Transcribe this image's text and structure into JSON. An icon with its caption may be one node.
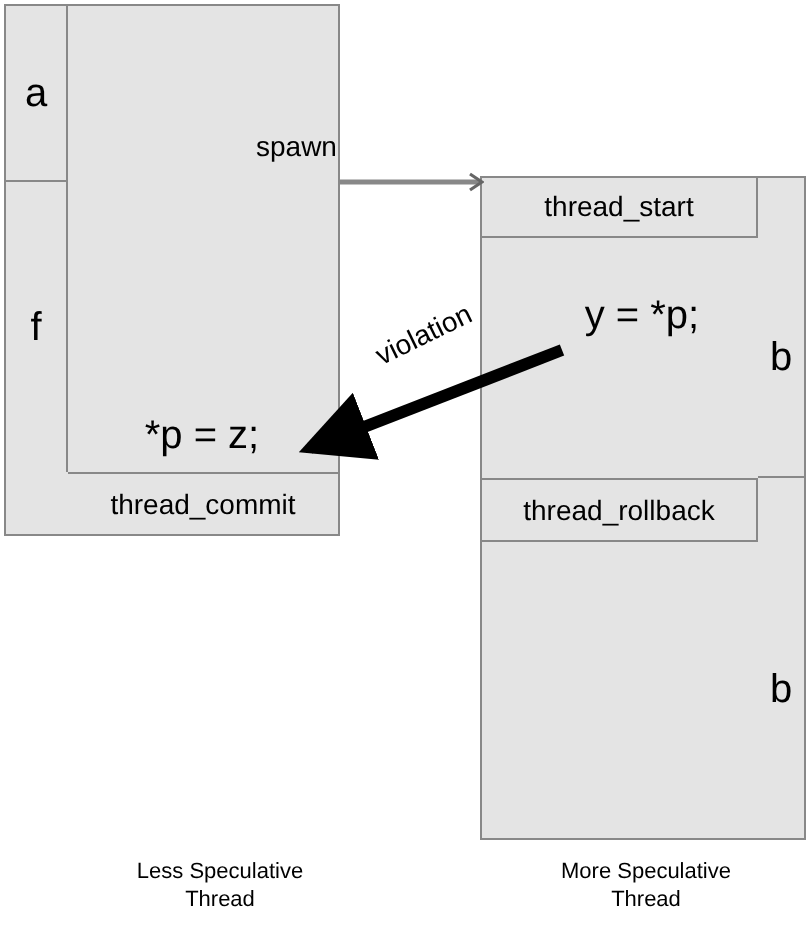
{
  "diagram": {
    "nodes": [
      {
        "text": [],
        "shape": "box"
      },
      {
        "text": [
          "a"
        ],
        "in": 0
      },
      {
        "text": [
          "f"
        ],
        "in": 0
      },
      {
        "text": [
          "*p = z;"
        ],
        "in": 0
      },
      {
        "text": [
          "thread_commit"
        ],
        "in": 0
      },
      {
        "text": [],
        "shape": "box"
      },
      {
        "text": [
          "thread_start"
        ],
        "in": 5
      },
      {
        "text": [
          "y = *p;"
        ],
        "in": 5
      },
      {
        "text": [
          "b"
        ],
        "in": 5
      },
      {
        "text": [
          "thread_rollback"
        ],
        "in": 5
      },
      {
        "text": [
          "b"
        ],
        "in": 5
      }
    ],
    "edges": [
      {
        "from": 0,
        "to": 6,
        "arrow": "to",
        "label": "spawn"
      },
      {
        "from": 7,
        "to": 3,
        "arrow": "to",
        "label": "violation",
        "style": "thick",
        "color": "#000000"
      }
    ],
    "labels": [
      "Less Speculative Thread",
      "More Speculative Thread"
    ]
  }
}
